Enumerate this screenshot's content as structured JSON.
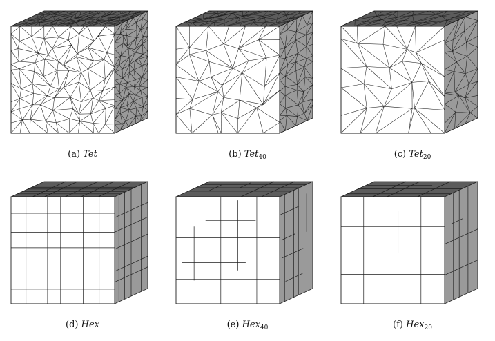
{
  "figure": {
    "panels": [
      {
        "id": "a",
        "label": "(a)",
        "name": "Tet",
        "sub": "",
        "kind": "tet",
        "seed": 11,
        "density": 1.0
      },
      {
        "id": "b",
        "label": "(b)",
        "name": "Tet",
        "sub": "40",
        "kind": "tet",
        "seed": 23,
        "density": 0.72
      },
      {
        "id": "c",
        "label": "(c)",
        "name": "Tet",
        "sub": "20",
        "kind": "tet",
        "seed": 37,
        "density": 0.55
      },
      {
        "id": "d",
        "label": "(d)",
        "name": "Hex",
        "sub": "",
        "kind": "hex",
        "seed": 5,
        "density": 1.0
      },
      {
        "id": "e",
        "label": "(e)",
        "name": "Hex",
        "sub": "40",
        "kind": "hex",
        "seed": 17,
        "density": 0.75
      },
      {
        "id": "f",
        "label": "(f)",
        "name": "Hex",
        "sub": "20",
        "kind": "hex",
        "seed": 29,
        "density": 0.55
      }
    ],
    "colors": {
      "front_face": "#ffffff",
      "side_face": "#9a9a9a",
      "top_face": "#5c5c5c",
      "edge": "#1e1e1e"
    }
  }
}
